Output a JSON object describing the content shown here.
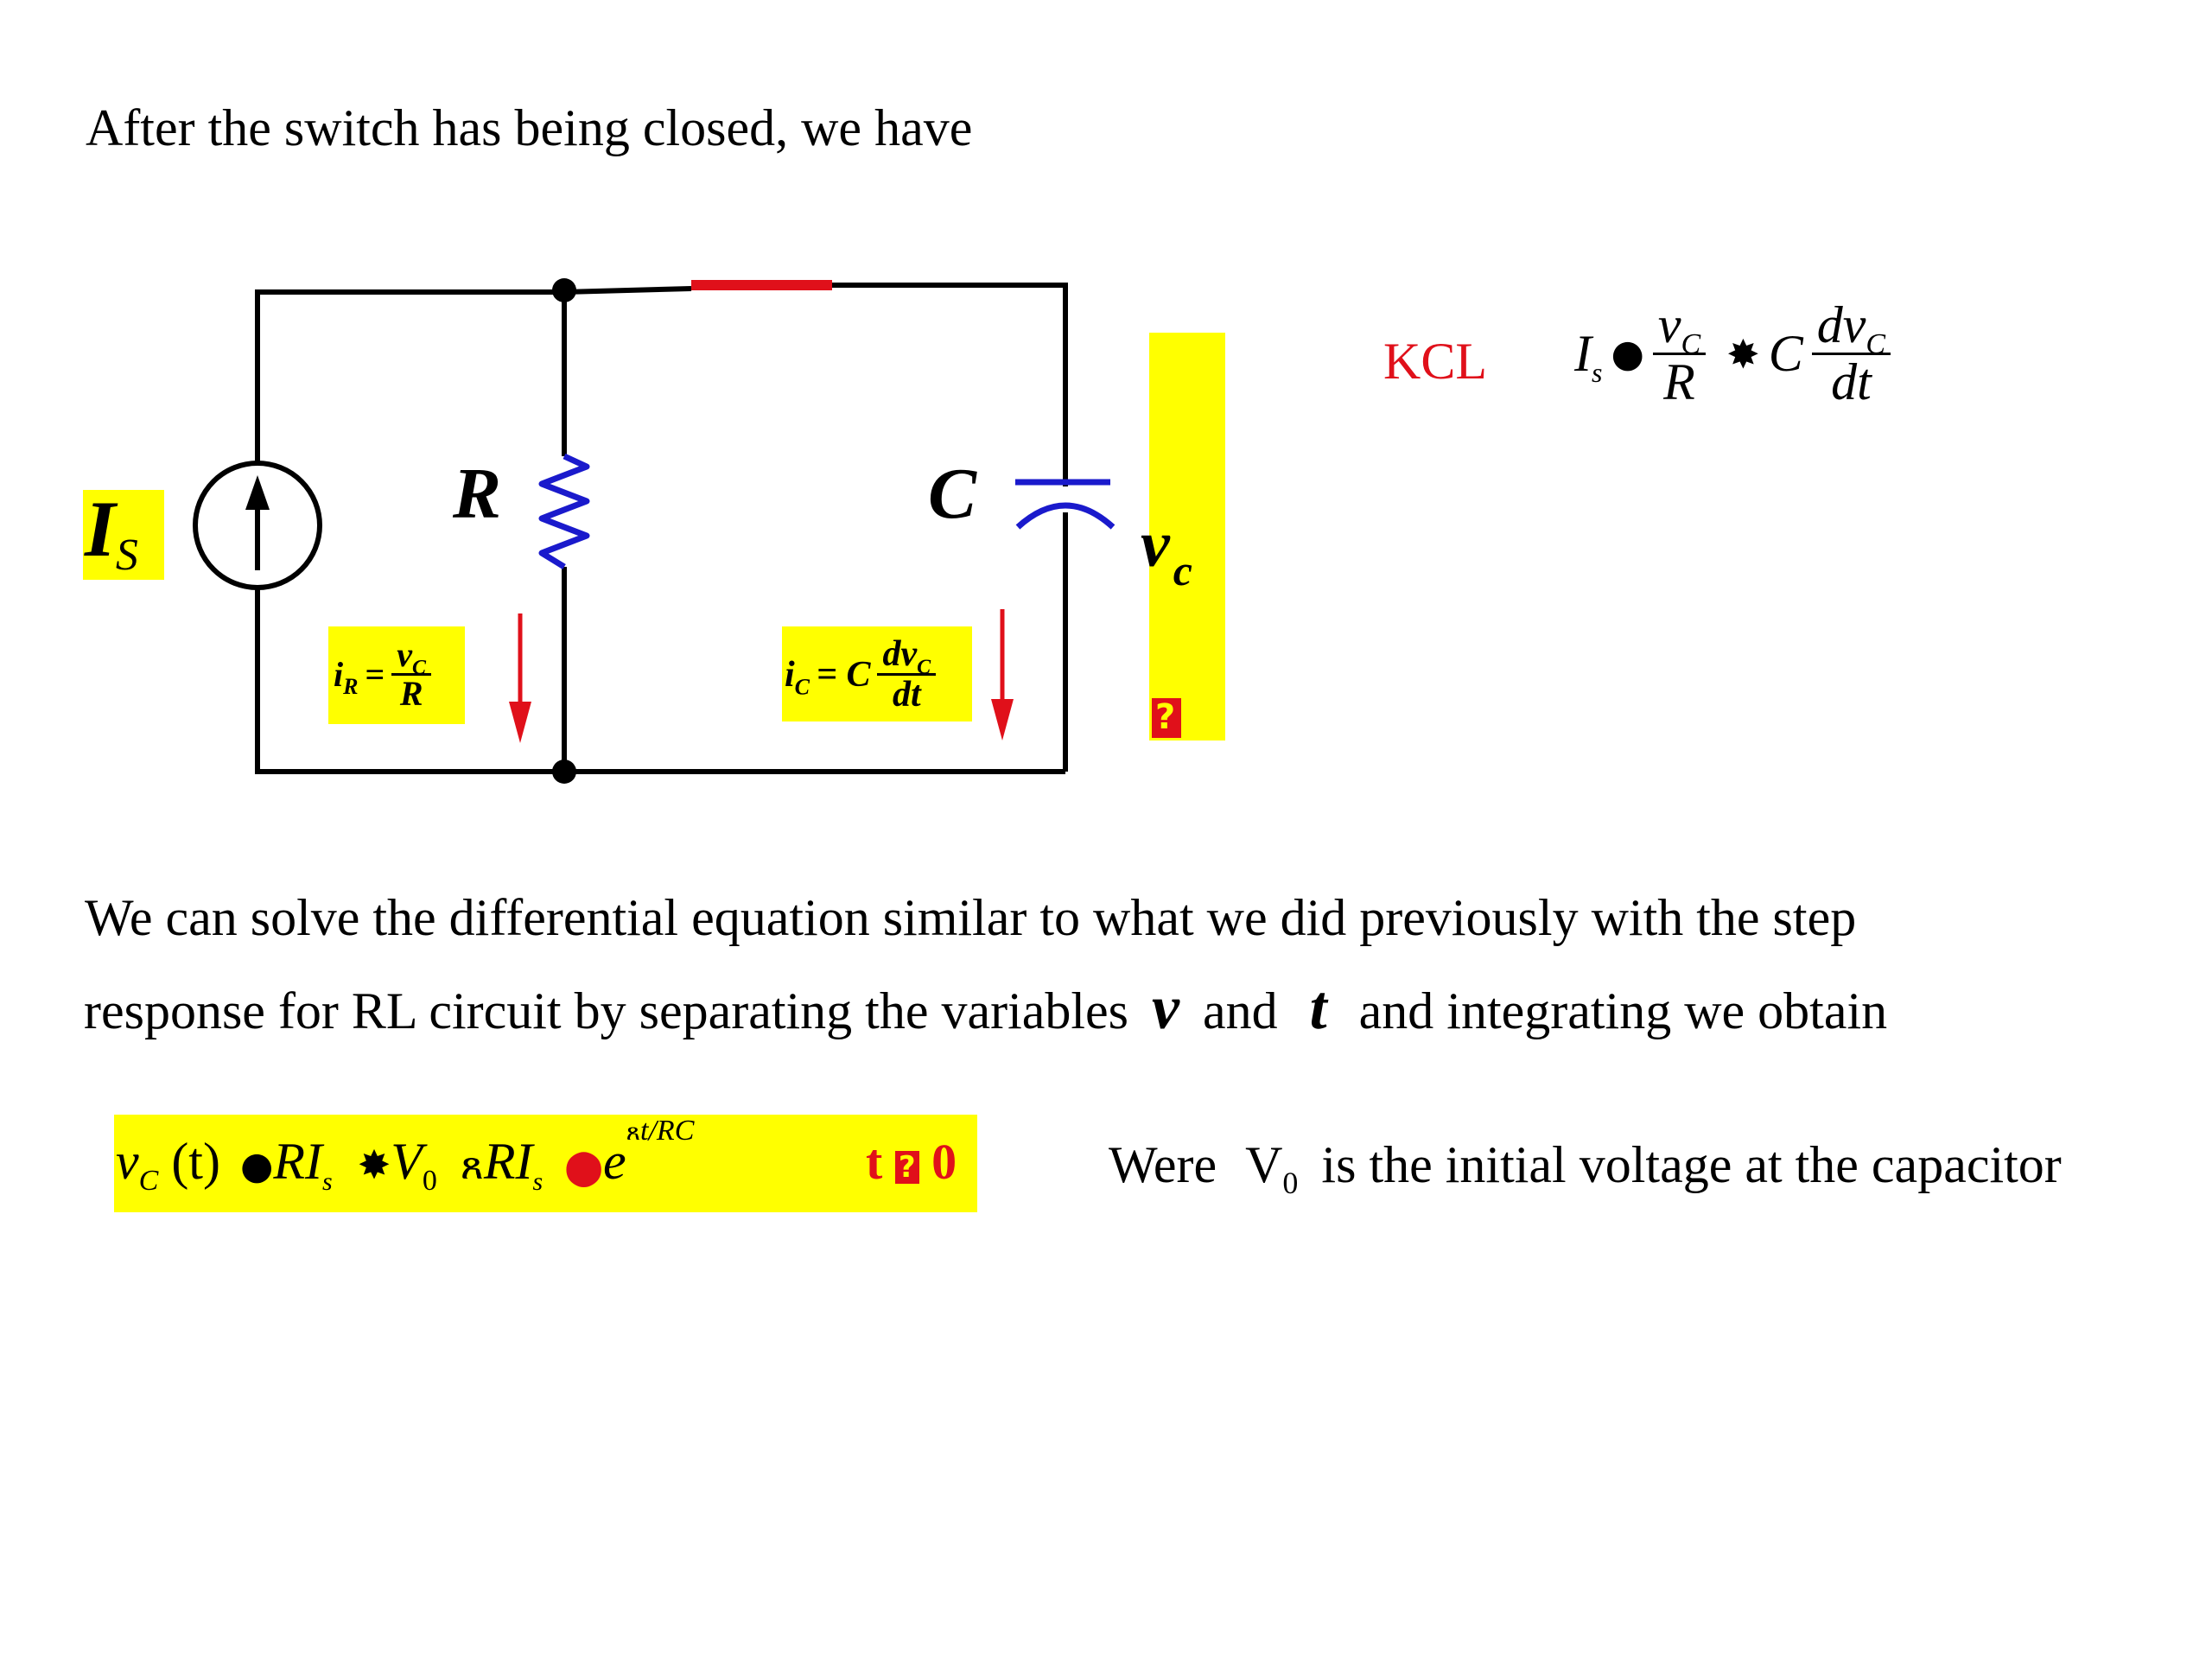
{
  "heading": "After the switch has being closed, we have",
  "circuit": {
    "source_label": "I",
    "source_sub": "S",
    "resistor_label": "R",
    "capacitor_label": "C",
    "vc_label": "v",
    "vc_sub": "c",
    "vc_glyph": "?",
    "ir_eq": {
      "lhs": "i",
      "lhs_sub": "R",
      "eq": "=",
      "num": "v",
      "num_sub": "C",
      "den": "R"
    },
    "ic_eq": {
      "lhs": "i",
      "lhs_sub": "C",
      "eq": "= C",
      "num": "dv",
      "num_sub": "C",
      "den": "dt"
    }
  },
  "kcl": {
    "label": "KCL",
    "is": "I",
    "is_sub": "s",
    "glyph1": "●",
    "frac1_num": "v",
    "frac1_num_sub": "C",
    "frac1_den": "R",
    "glyph2": "✸",
    "c": "C",
    "frac2_num": "dv",
    "frac2_num_sub": "C",
    "frac2_den": "dt"
  },
  "paragraph": {
    "line1": "We can solve the differential equation similar to what we did previously with the step",
    "line2_pre": "response for RL circuit by separating the variables",
    "var_v": "v",
    "and": "and",
    "var_t": "t",
    "line2_post": "and integrating we obtain"
  },
  "solution": {
    "vc": "v",
    "vc_sub": "C",
    "arg": "(t)",
    "g1": "●",
    "ri1": "RI",
    "ri1_sub": "s",
    "g2": "✸",
    "v0": "V",
    "v0_sub": "0",
    "g3": "ጸ",
    "ri2": "RI",
    "ri2_sub": "s",
    "g4": "⬤",
    "e": "e",
    "exp_glyph": "ጸ",
    "exp_rest": "t/RC",
    "cond_t": "t",
    "cond_glyph": "?",
    "cond_zero": "0"
  },
  "note": {
    "pre": "Were",
    "v": "V",
    "v_sub": "0",
    "post": "is the initial voltage at  the capacitor"
  },
  "colors": {
    "highlight": "#ffff00",
    "red": "#e0101a",
    "blue": "#1a1acc",
    "wire": "#000000"
  }
}
